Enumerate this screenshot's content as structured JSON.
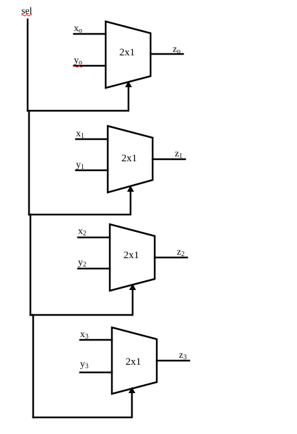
{
  "select": {
    "label": "sel"
  },
  "muxes": [
    {
      "label": "2x1",
      "in_a": "x",
      "in_b": "y",
      "out": "z",
      "index": "o"
    },
    {
      "label": "2x1",
      "in_a": "x",
      "in_b": "y",
      "out": "z",
      "index": "1"
    },
    {
      "label": "2x1",
      "in_a": "x",
      "in_b": "y",
      "out": "z",
      "index": "2"
    },
    {
      "label": "2x1",
      "in_a": "x",
      "in_b": "y",
      "out": "z",
      "index": "3"
    }
  ]
}
